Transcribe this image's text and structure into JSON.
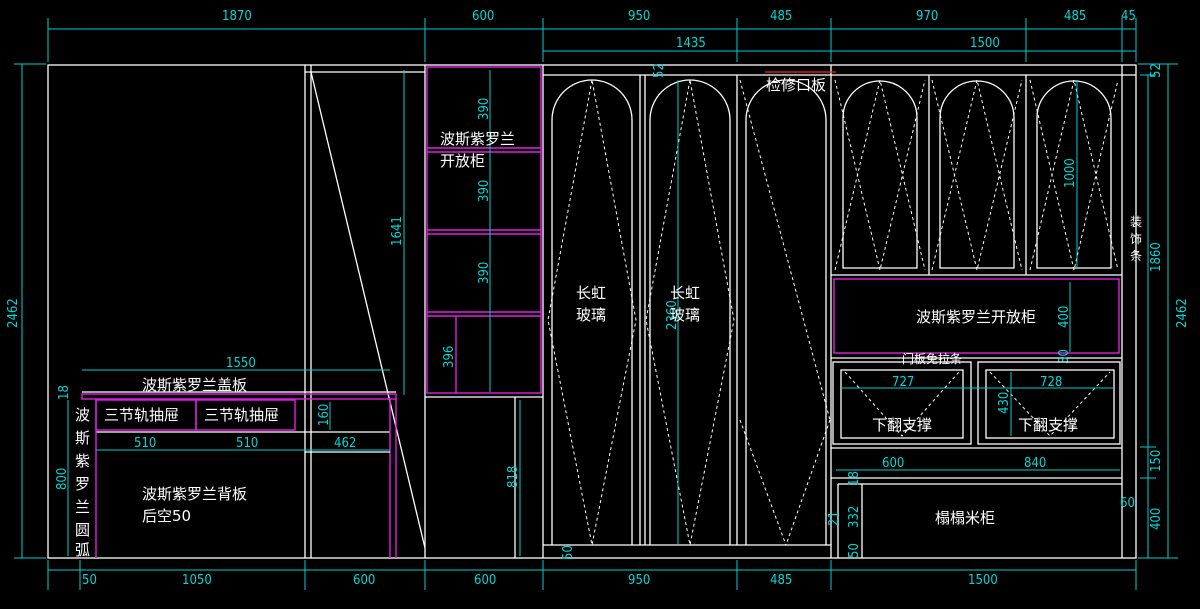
{
  "dimensions": {
    "top": [
      "1870",
      "600",
      "950",
      "485",
      "970",
      "485",
      "45"
    ],
    "top_second": [
      "1435",
      "1500"
    ],
    "bottom": [
      "50",
      "1050",
      "600",
      "600",
      "950",
      "485",
      "1500"
    ],
    "left_total": "2462",
    "right_total": "2462",
    "right_parts": [
      "52",
      "1860",
      "150",
      "400"
    ],
    "shelf_1641": "1641",
    "shelf_heights": [
      "390",
      "390",
      "390",
      "396"
    ],
    "lower_818": "818",
    "top_52": "52",
    "door_2360": "2360",
    "arch_1000": "1000",
    "open_400": "400",
    "gap_30": "30",
    "drawer_widths": [
      "727",
      "728"
    ],
    "drawer_430": "430",
    "base_widths": [
      "600",
      "840"
    ],
    "base_18": "18",
    "base_332": "332",
    "base_60": "60",
    "base_21": "21",
    "base_50a": "50",
    "base_50b": "50",
    "desk_1550": "1550",
    "desk_18": "18",
    "desk_800": "800",
    "desk_160": "160",
    "desk_parts": [
      "510",
      "510",
      "462"
    ]
  },
  "labels": {
    "open_cabinet_top": [
      "波斯紫罗兰",
      "开放柜"
    ],
    "inspection_panel": "检修口板",
    "glass_left": [
      "长虹",
      "玻璃"
    ],
    "glass_right": [
      "长虹",
      "玻璃"
    ],
    "decor_strip": [
      "装",
      "饰",
      "条"
    ],
    "open_cabinet_right": "波斯紫罗兰开放柜",
    "door_pull_free": "门板免拉条",
    "flap_support_left": "下翻支撑",
    "flap_support_right": "下翻支撑",
    "tatami_cabinet": "榻榻米柜",
    "cover_board": "波斯紫罗兰盖板",
    "drawer_left": "三节轨抽屉",
    "drawer_right": "三节轨抽屉",
    "back_board": "波斯紫罗兰背板",
    "back_gap": "后空50",
    "arc_side": [
      "波",
      "斯",
      "紫",
      "罗",
      "兰",
      "圆",
      "弧"
    ]
  }
}
